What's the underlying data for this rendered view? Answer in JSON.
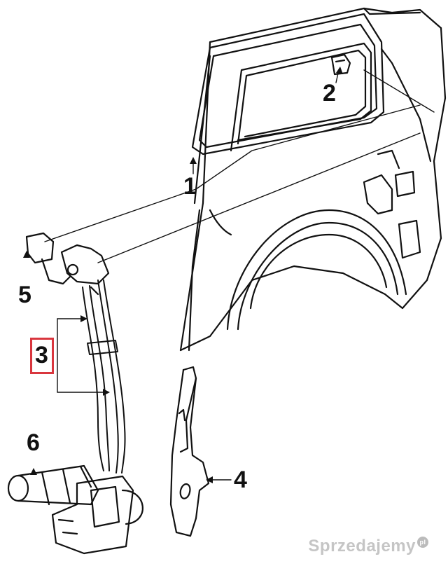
{
  "callouts": {
    "c1": "1",
    "c2": "2",
    "c3": "3",
    "c4": "4",
    "c5": "5",
    "c6": "6"
  },
  "watermark": {
    "text": "Sprzedajemy",
    "suffix": "pl"
  },
  "colors": {
    "ink": "#111111",
    "highlight": "#d9363e"
  }
}
